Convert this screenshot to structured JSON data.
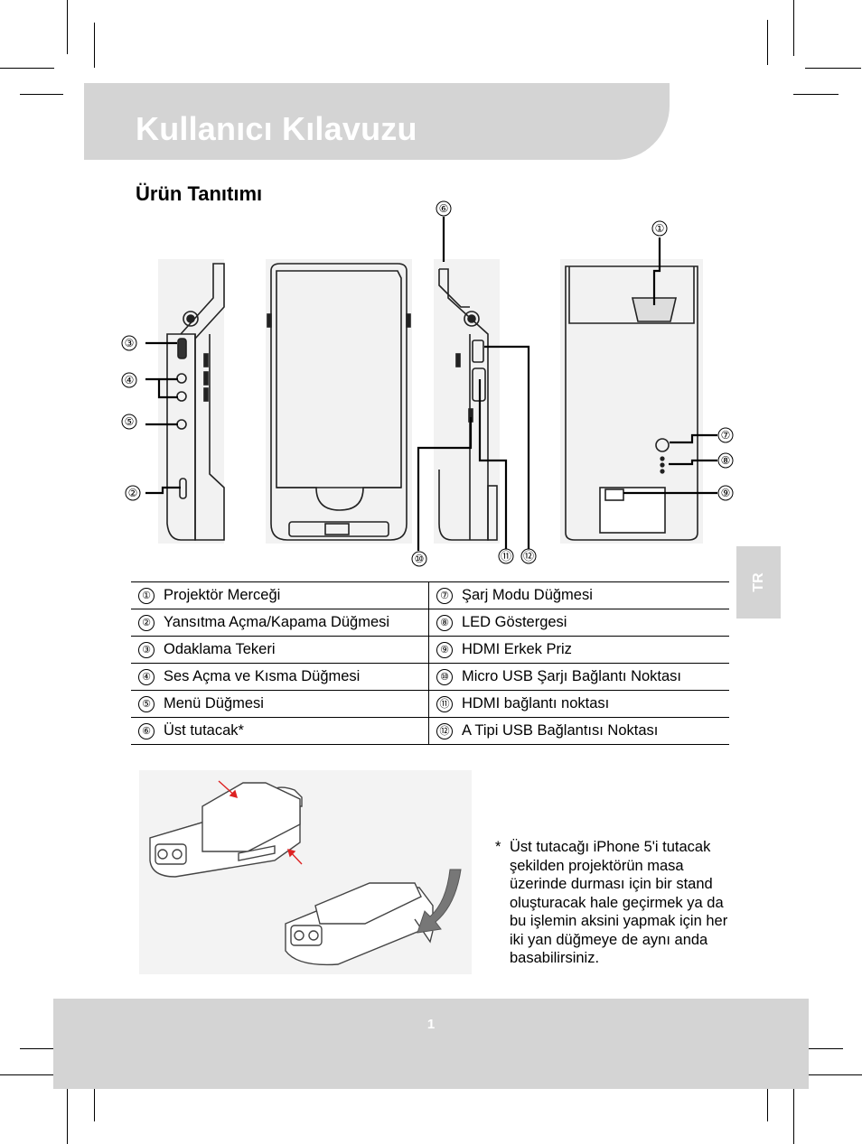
{
  "header": {
    "title": "Kullanıcı Kılavuzu"
  },
  "section": {
    "title": "Ürün Tanıtımı"
  },
  "side_tab": {
    "label": "TR"
  },
  "callouts": [
    "①",
    "②",
    "③",
    "④",
    "⑤",
    "⑥",
    "⑦",
    "⑧",
    "⑨",
    "⑩",
    "⑪",
    "⑫"
  ],
  "legend": {
    "rows": [
      {
        "left_num": "①",
        "left_text": "Projektör Merceği",
        "right_num": "⑦",
        "right_text": "Şarj Modu Düğmesi"
      },
      {
        "left_num": "②",
        "left_text": "Yansıtma Açma/Kapama Düğmesi",
        "right_num": "⑧",
        "right_text": "LED Göstergesi"
      },
      {
        "left_num": "③",
        "left_text": "Odaklama Tekeri",
        "right_num": "⑨",
        "right_text": "HDMI Erkek Priz"
      },
      {
        "left_num": "④",
        "left_text": "Ses Açma ve Kısma Düğmesi",
        "right_num": "⑩",
        "right_text": "Micro USB Şarjı Bağlantı Noktası"
      },
      {
        "left_num": "⑤",
        "left_text": "Menü Düğmesi",
        "right_num": "⑪",
        "right_text": "HDMI bağlantı noktası"
      },
      {
        "left_num": "⑥",
        "left_text": "Üst tutacak*",
        "right_num": "⑫",
        "right_text": "A Tipi USB Bağlantısı Noktası"
      }
    ]
  },
  "note": {
    "star": "*",
    "text": "Üst tutacağı iPhone 5'i tutacak şekilden projektörün masa üzerinde durması için bir stand oluşturacak hale geçirmek ya da bu işlemin aksini yapmak için her iki yan düğmeye de aynı anda basabilirsiniz."
  },
  "footer": {
    "page_number": "1"
  }
}
